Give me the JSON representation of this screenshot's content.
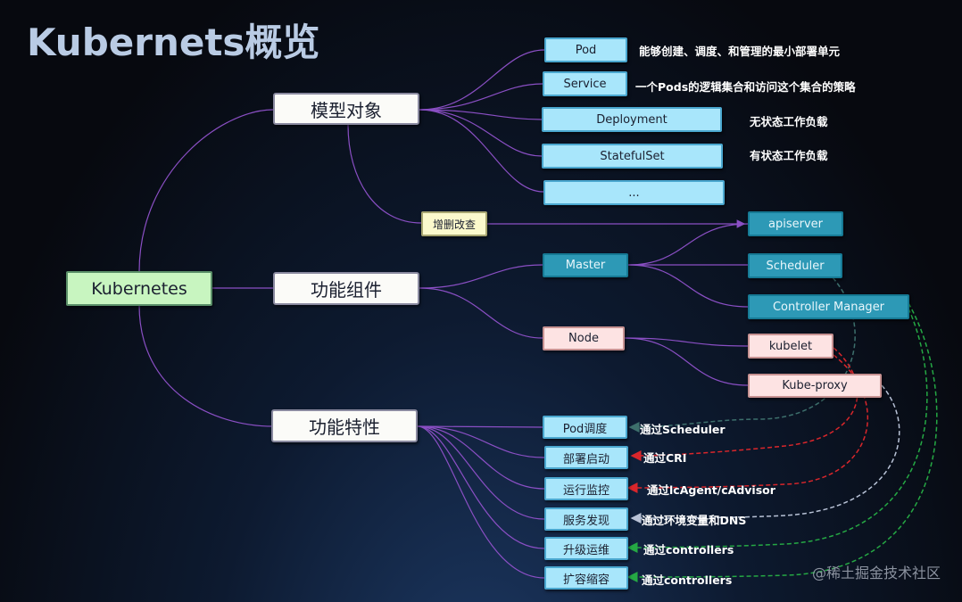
{
  "title": "Kubernets概览",
  "nodes": {
    "root": "Kubernetes",
    "model_objects": "模型对象",
    "function_components": "功能组件",
    "function_features": "功能特性",
    "pod": "Pod",
    "service": "Service",
    "deployment": "Deployment",
    "statefulset": "StatefulSet",
    "more": "...",
    "crud": "增删改查",
    "apiserver": "apiserver",
    "master": "Master",
    "scheduler": "Scheduler",
    "controller_manager": "Controller Manager",
    "node": "Node",
    "kubelet": "kubelet",
    "kube_proxy": "Kube-proxy",
    "pod_scheduling": "Pod调度",
    "deploy_start": "部署启动",
    "runtime_monitor": "运行监控",
    "service_discovery": "服务发现",
    "upgrade_ops": "升级运维",
    "scale": "扩容缩容"
  },
  "notes": {
    "pod": "能够创建、调度、和管理的最小部署单元",
    "service": "一个Pods的逻辑集合和访问这个集合的策略",
    "deployment": "无状态工作负载",
    "statefulset": "有状态工作负载",
    "pod_scheduling": "通过Scheduler",
    "deploy_start": "通过CRI",
    "runtime_monitor": "通过lcAgent/cAdvisor",
    "service_discovery": "通过环境变量和DNS",
    "upgrade_ops": "通过controllers",
    "scale": "通过controllers"
  },
  "watermark": "@稀土掘金技术社区",
  "colors": {
    "tree_edge": "#8a4fc4",
    "scheduler_link": "#3d6f6c",
    "kubelet_link": "#d9262b",
    "proxy_link": "#b8c2d6",
    "controller_link": "#25a844"
  }
}
